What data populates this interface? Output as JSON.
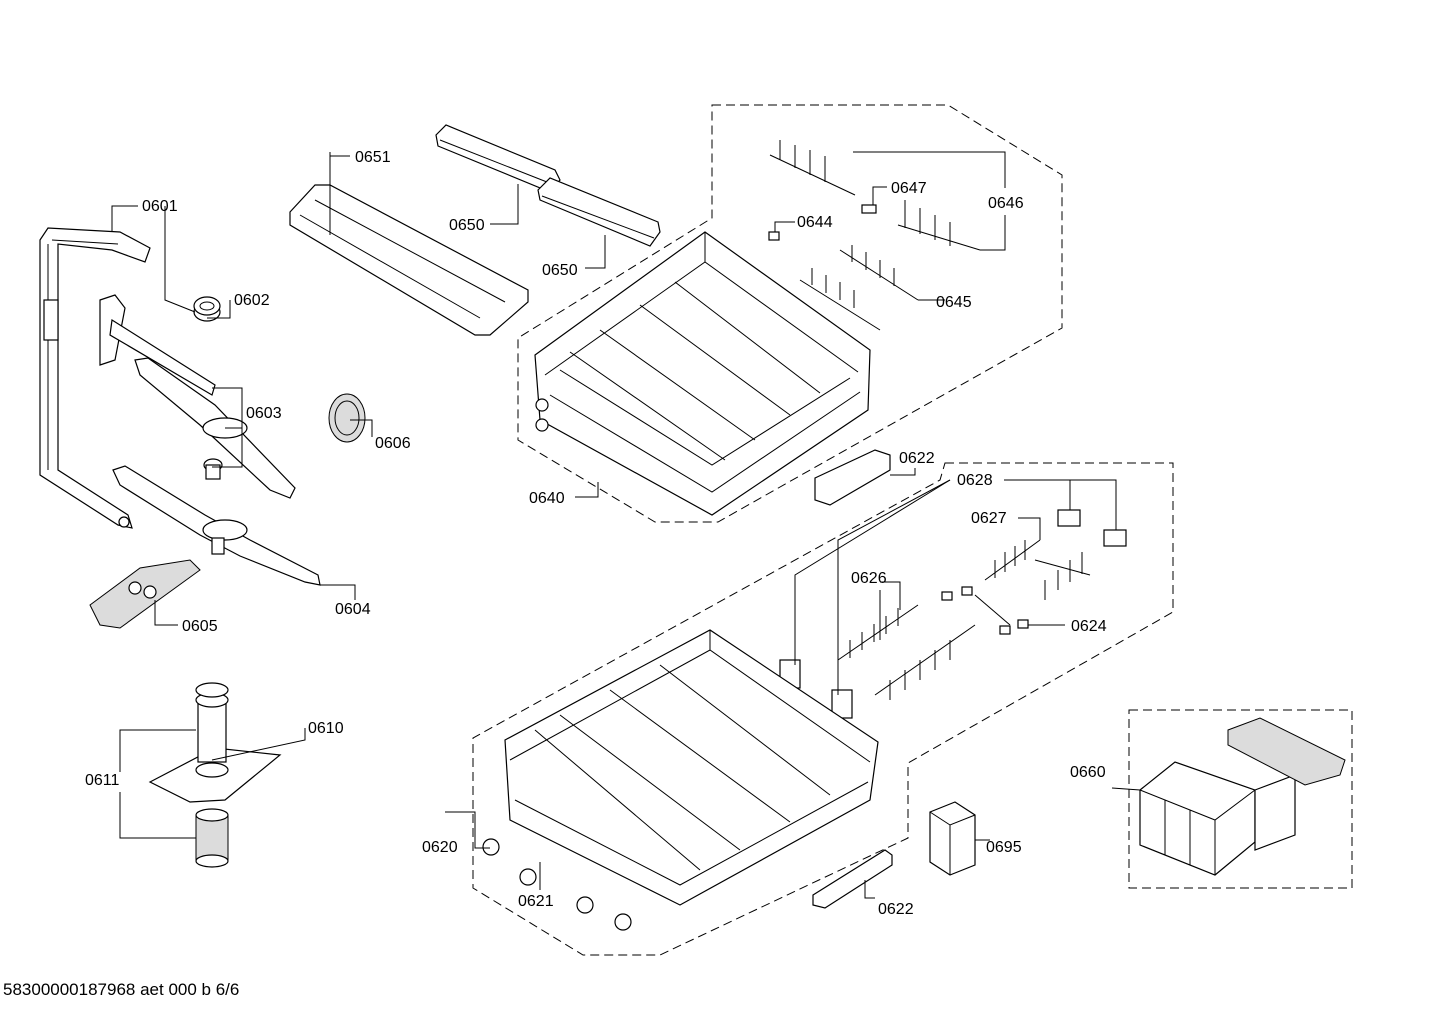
{
  "labels": {
    "p0601": "0601",
    "p0602": "0602",
    "p0603": "0603",
    "p0604": "0604",
    "p0605": "0605",
    "p0606": "0606",
    "p0610": "0610",
    "p0611": "0611",
    "p0620": "0620",
    "p0621": "0621",
    "p0622a": "0622",
    "p0622b": "0622",
    "p0624": "0624",
    "p0626": "0626",
    "p0627": "0627",
    "p0628": "0628",
    "p0640": "0640",
    "p0644": "0644",
    "p0645": "0645",
    "p0646": "0646",
    "p0647": "0647",
    "p0650a": "0650",
    "p0650b": "0650",
    "p0651": "0651",
    "p0660": "0660",
    "p0695": "0695"
  },
  "footer": {
    "doc_id": "58300000187968 aet 000 b 6/6"
  }
}
